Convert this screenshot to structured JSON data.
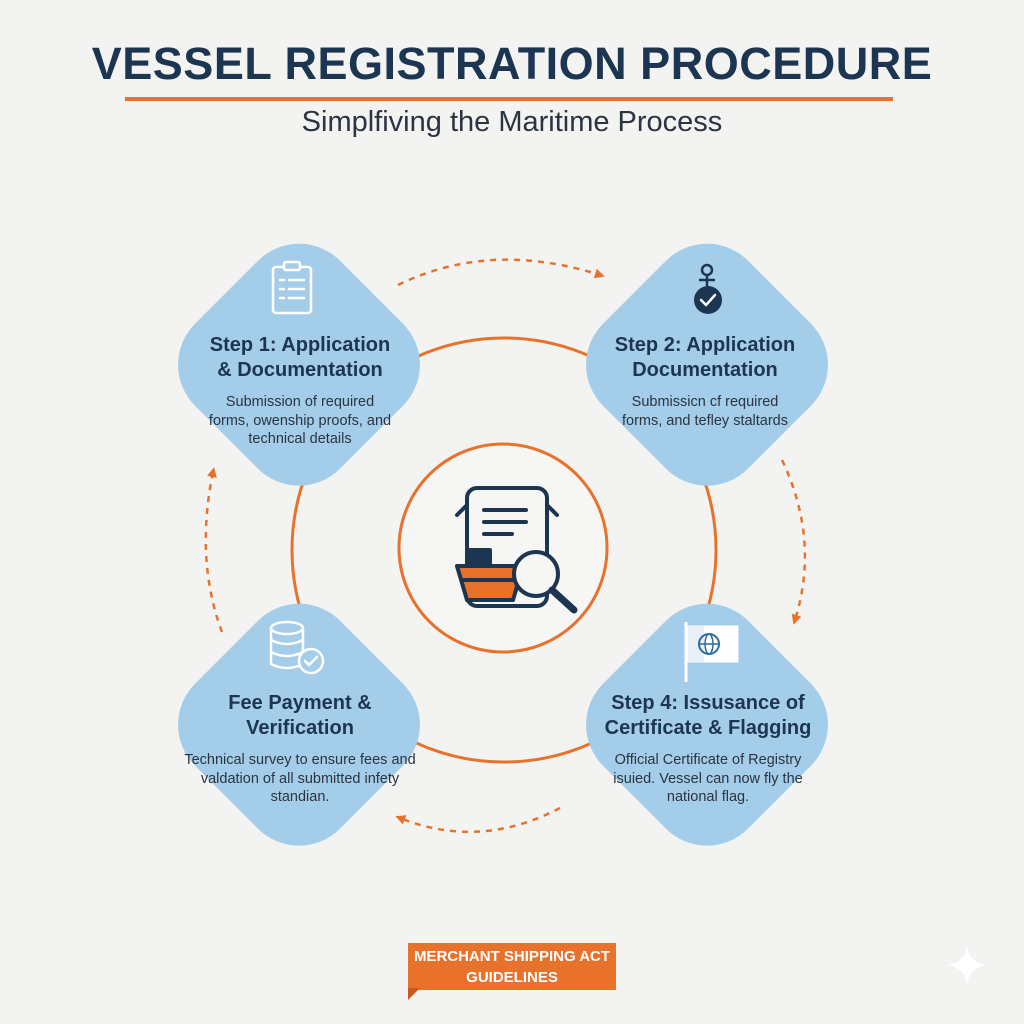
{
  "header": {
    "title": "VESSEL REGISTRATION PROCEDURE",
    "subtitle": "Simplfiving the Maritime Process"
  },
  "steps": [
    {
      "title_line1": "Step 1: Application",
      "title_line2": "& Documentation",
      "description": "Submission of required forms, owenship proofs, and technical details",
      "icon": "clipboard-icon"
    },
    {
      "title_line1": "Step 2: Application",
      "title_line2": "Documentation",
      "description": "Submissicn cf required forms, and tefley staltards",
      "icon": "anchor-check-icon"
    },
    {
      "title_line1": "Fee Payment &",
      "title_line2": "Verification",
      "description": "Technical survey to ensure fees and valdation of all submitted infety standian.",
      "icon": "coins-check-icon"
    },
    {
      "title_line1": "Step 4:  Issusance of",
      "title_line2": "Certificate & Flagging",
      "description": "Official Certificate of Registry isuied. Vessel can now fly the national flag.",
      "icon": "flag-globe-icon"
    }
  ],
  "center": {
    "icon": "document-ship-magnifier-icon"
  },
  "footer": {
    "badge_line1": "MERCHANT SHIPPING ACT",
    "badge_line2": "GUIDELINES"
  },
  "colors": {
    "title": "#1c3551",
    "accent_orange": "#e8722c",
    "card_blue": "#a4cde9",
    "background": "#f3f3f2"
  }
}
